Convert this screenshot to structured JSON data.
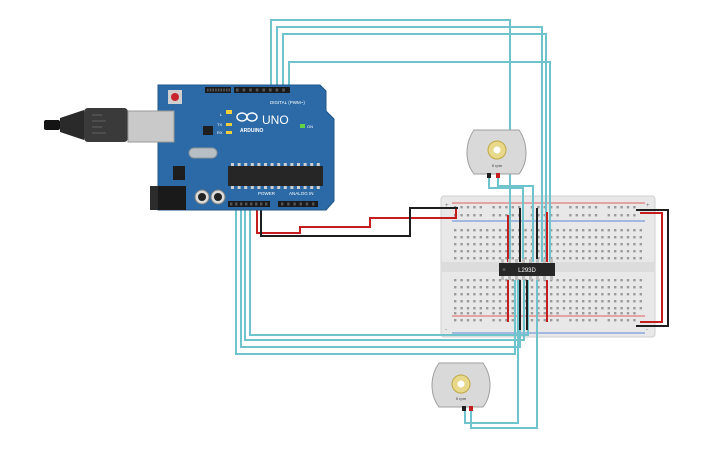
{
  "arduino": {
    "brand": "ARDUINO",
    "model": "UNO",
    "on_label": "ON",
    "digital_label": "DIGITAL (PWM~)",
    "power_label": "POWER",
    "analog_label": "ANALOG IN",
    "tx_label": "TX",
    "rx_label": "RX",
    "l_label": "L",
    "reset_button": "reset-button"
  },
  "motor_top": {
    "speed_label": "0 rpm"
  },
  "motor_bottom": {
    "speed_label": "0 rpm"
  },
  "ic": {
    "label": "L293D"
  },
  "colors": {
    "board": "#2b6aa6",
    "wire_teal": "#6fc3cc",
    "wire_red": "#c51d1d",
    "wire_black": "#1e1e1e",
    "breadboard": "#ebebeb",
    "motor_body": "#d9d9d9"
  }
}
